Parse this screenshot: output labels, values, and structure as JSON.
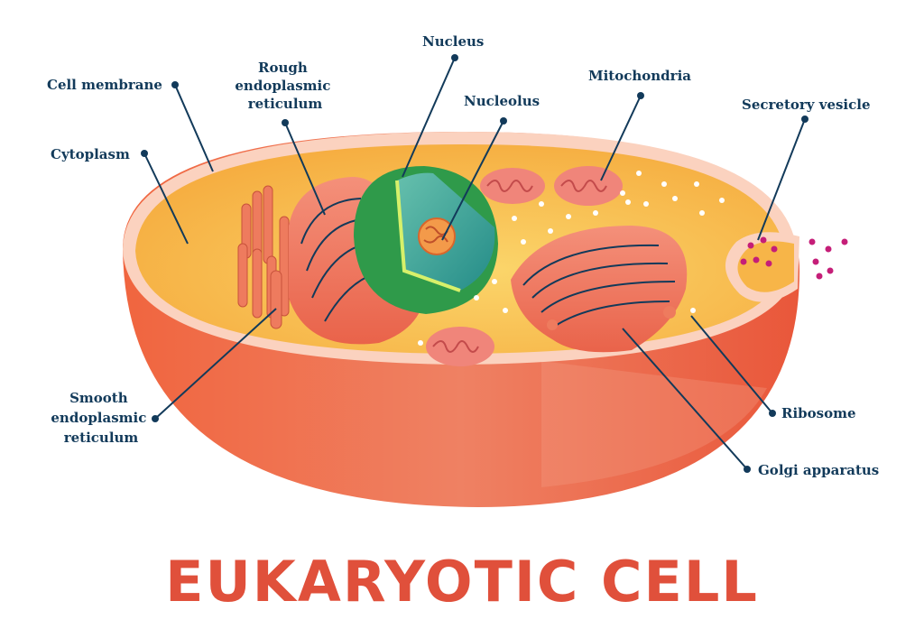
{
  "title": "EUKARYOTIC CELL",
  "labels": {
    "cell_membrane": "Cell membrane",
    "rough_er": [
      "Rough",
      "endoplasmic",
      "reticulum"
    ],
    "nucleus": "Nucleus",
    "nucleolus": "Nucleolus",
    "mitochondria": "Mitochondria",
    "secretory_vesicle": "Secretory vesicle",
    "cytoplasm": "Cytoplasm",
    "smooth_er": [
      "Smooth",
      "endoplasmic",
      "reticulum"
    ],
    "ribosome": "Ribosome",
    "golgi": "Golgi apparatus"
  },
  "colors": {
    "title": "#e0503b",
    "label_text": "#123a5a",
    "cytoplasm": "#f7b548",
    "cell_body": "#ee7352",
    "membrane_rim": "#fbd2bf",
    "nucleus_outer": "#2f9a4a",
    "nucleus_inner": "#3cb6b4",
    "organelle": "#f08469",
    "vesicle": "#c51e78"
  }
}
